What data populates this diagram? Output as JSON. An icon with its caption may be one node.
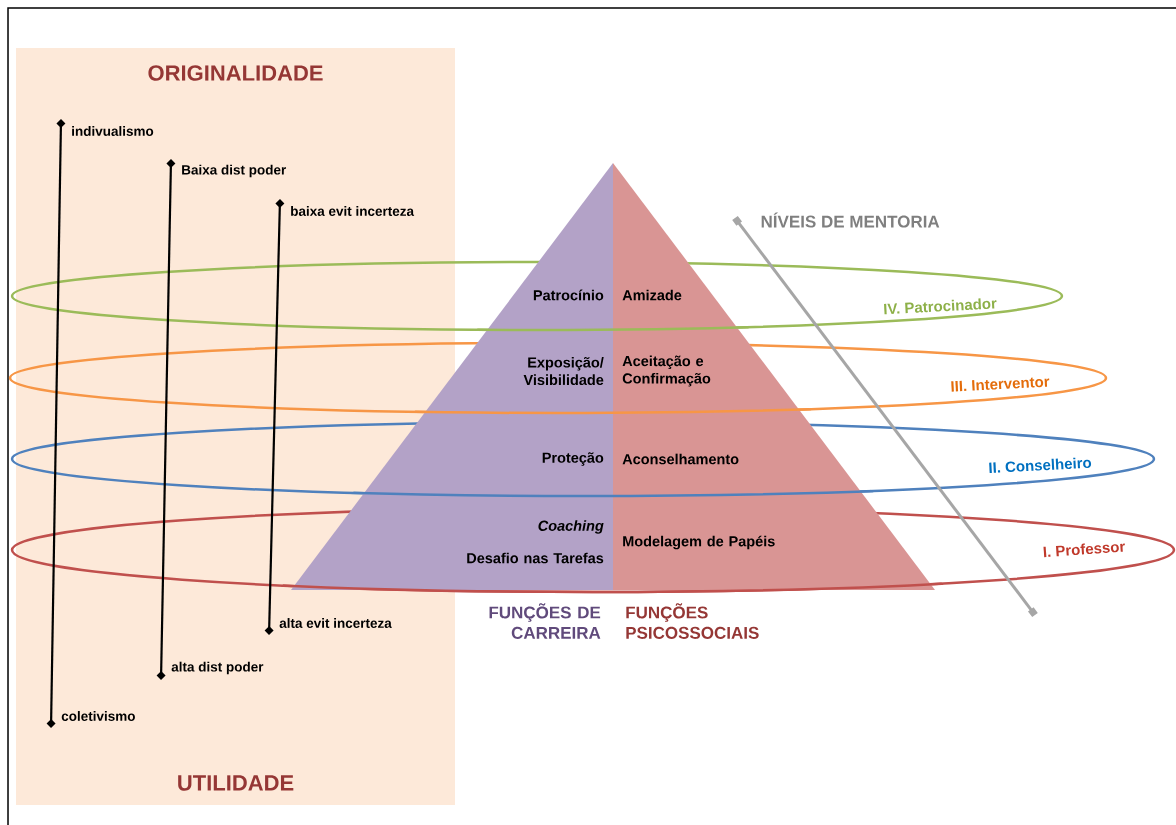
{
  "diagram": {
    "nodes": [
      {
        "text": [
          "ORIGINALIDADE",
          "UTILIDADE"
        ]
      },
      {
        "text": [
          "indivualismo"
        ],
        "in": 0
      },
      {
        "text": [
          "Baixa dist poder"
        ],
        "in": 0
      },
      {
        "text": [
          "baixa evit incerteza"
        ],
        "in": 0
      },
      {
        "text": [
          "alta evit incerteza"
        ],
        "in": 0
      },
      {
        "text": [
          "alta dist poder"
        ],
        "in": 0
      },
      {
        "text": [
          "coletivismo"
        ],
        "in": 0
      },
      {
        "text": [
          "Patrocínio"
        ]
      },
      {
        "text": [
          "Amizade"
        ]
      },
      {
        "text": [
          "Exposição/ Visibilidade"
        ]
      },
      {
        "text": [
          "Aceitação e Confirmação"
        ]
      },
      {
        "text": [
          "Proteção"
        ]
      },
      {
        "text": [
          "Aconselhamento"
        ]
      },
      {
        "text": [
          "Coaching",
          "Desafio nas Tarefas"
        ]
      },
      {
        "text": [
          "Modelagem de Papéis"
        ]
      }
    ],
    "edges": [
      {
        "from": 1,
        "to": 6,
        "arrow": "other"
      },
      {
        "from": 2,
        "to": 5,
        "arrow": "other"
      },
      {
        "from": 3,
        "to": 4,
        "arrow": "other"
      }
    ],
    "labels": [
      "NÍVEIS DE MENTORIA",
      "IV. Patrocinador",
      "III. Interventor",
      "II. Conselheiro",
      "I. Professor",
      "FUNÇÕES DE CARREIRA",
      "FUNÇÕES PSICOSSOCIAIS"
    ]
  }
}
